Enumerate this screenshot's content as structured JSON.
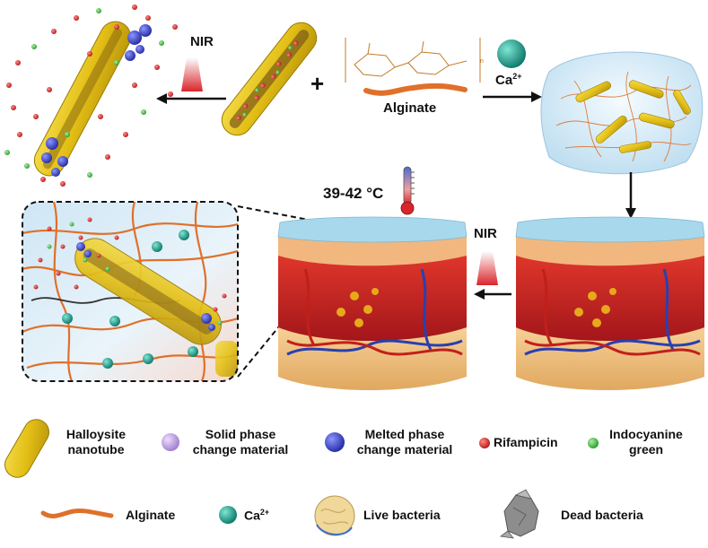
{
  "top": {
    "nir_left": "NIR",
    "plus": "+",
    "alginate_label": "Alginate",
    "ca_label": "Ca",
    "ca_sup": "2+"
  },
  "middle": {
    "temperature": "39-42 °C",
    "nir_right": "NIR"
  },
  "legend": {
    "halloysite": [
      "Halloysite",
      "nanotube"
    ],
    "solid_pcm": [
      "Solid phase",
      "change material"
    ],
    "melted_pcm": [
      "Melted phase",
      "change material"
    ],
    "rifampicin": "Rifampicin",
    "icg": [
      "Indocyanine",
      "green"
    ],
    "alginate": "Alginate",
    "ca": "Ca",
    "ca_sup": "2+",
    "live_bacteria": "Live bacteria",
    "dead_bacteria": "Dead bacteria"
  },
  "colors": {
    "tube": "#e6c21a",
    "rifampicin": "#d9262b",
    "icg": "#3cb43c",
    "pcm_melted": "#3b46c9",
    "pcm_solid": "#b08fd8",
    "calcium": "#1a9b8a",
    "alginate": "#e0702a",
    "nir": "#d9262b"
  }
}
